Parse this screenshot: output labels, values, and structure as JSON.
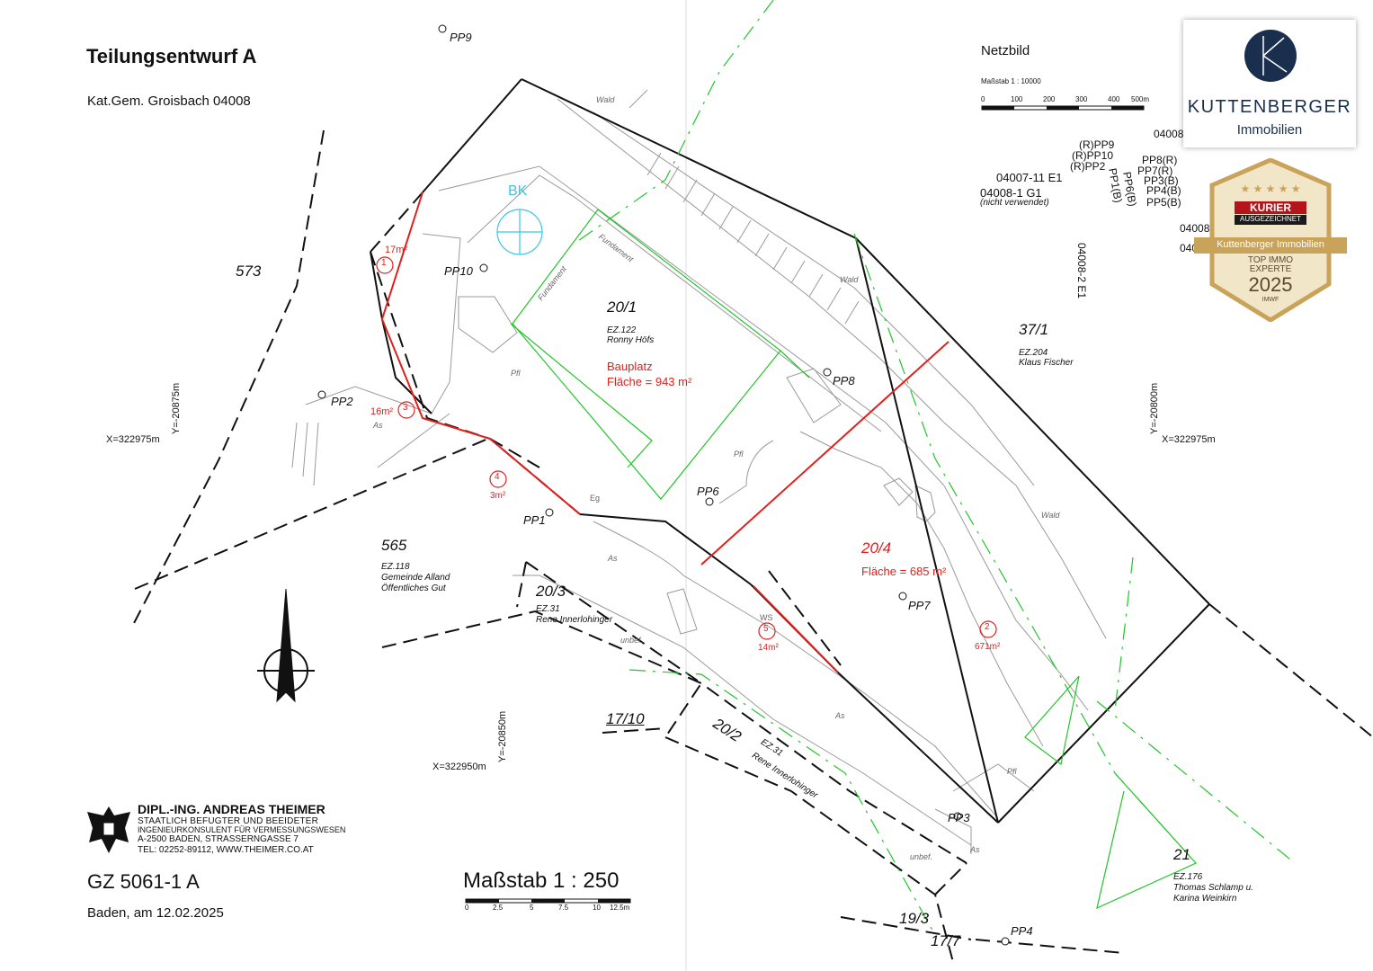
{
  "header": {
    "title": "Teilungsentwurf A",
    "katgem": "Kat.Gem. Groisbach  04008"
  },
  "overview": {
    "title": "Netzbild",
    "scale": "Maßstab  1  :  10000",
    "ticks": [
      "0",
      "100",
      "200",
      "300",
      "400",
      "500m"
    ],
    "labels": [
      "04007-11  E1",
      "04008-1  G1",
      "(nicht verwendet)",
      "04008-2  E1",
      "04008",
      "04008",
      "04008",
      "(R)PP9",
      "(R)PP10",
      "(R)PP2",
      "PP8(R)",
      "PP7(R)",
      "PP3(B)",
      "PP4(B)",
      "PP5(B)",
      "PP6(B)",
      "PP1(B)"
    ]
  },
  "brand": {
    "name": "KUTTENBERGER",
    "sub": "Immobilien",
    "color": "#1a2f4e"
  },
  "award": {
    "kurier": "KURIER",
    "ausgezeichnet": "AUSGEZEICHNET",
    "banner": "Kuttenberger Immobilien",
    "l1": "TOP IMMO",
    "l2": "EXPERTE",
    "year": "2025",
    "imwf": "IMWF",
    "gold": "#c9a35a"
  },
  "plots": [
    {
      "id": "20/1",
      "ez": "EZ.122",
      "owner": "Ronny  Höfs"
    },
    {
      "id": "20/4",
      "area": "Fläche = 685 m²"
    },
    {
      "id": "37/1",
      "ez": "EZ.204",
      "owner": "Klaus  Fischer"
    },
    {
      "id": "573"
    },
    {
      "id": "565",
      "ez": "EZ.118",
      "owner": "Gemeinde  Alland",
      "owner2": "Öffentliches  Gut"
    },
    {
      "id": "20/3",
      "ez": "EZ.31",
      "owner": "Rene  Innerlohinger"
    },
    {
      "id": "20/2",
      "ez": "EZ.31",
      "owner": "Rene  Innerlohinger"
    },
    {
      "id": "17/10"
    },
    {
      "id": "21",
      "ez": "EZ.176",
      "owner": "Thomas  Schlamp  u.",
      "owner2": "Karina  Weinkirn"
    },
    {
      "id": "19/3"
    },
    {
      "id": "17/7"
    }
  ],
  "bauplatz": {
    "label": "Bauplatz",
    "area": "Fläche = 943 m²"
  },
  "parcels": [
    {
      "n": "1",
      "area": "17m²"
    },
    {
      "n": "2",
      "area": "671m²"
    },
    {
      "n": "3",
      "area": "16m²"
    },
    {
      "n": "4",
      "area": "3m²"
    },
    {
      "n": "5",
      "area": "14m²"
    }
  ],
  "points": [
    "PP1",
    "PP2",
    "PP3",
    "PP4",
    "PP6",
    "PP7",
    "PP8",
    "PP9",
    "PP10"
  ],
  "coords": {
    "left_x": "X=322975m",
    "left_y": "Y=-20875m",
    "right_x": "X=322975m",
    "right_y": "Y=-20800m",
    "bottom_x": "X=322950m",
    "bottom_y": "Y=-20850m"
  },
  "misc": {
    "bk": "BK",
    "wald": "Wald",
    "pfl": "Pfl",
    "as": "As",
    "unbef": "unbef.",
    "eg": "Eg",
    "ws": "WS",
    "fundament": "Fundament",
    "north": "N"
  },
  "footer": {
    "gz": "GZ 5061-1 A",
    "datum": "Baden, am 12.02.2025",
    "scale": "Maßstab 1 : 250",
    "scale_ticks": [
      "0",
      "2.5",
      "5",
      "7.5",
      "10",
      "12.5m"
    ]
  },
  "surveyor": {
    "name": "DIPL.-ING. ANDREAS THEIMER",
    "l1": "STAATLICH BEFUGTER UND BEEIDETER",
    "l2": "INGENIEURKONSULENT FÜR VERMESSUNGSWESEN",
    "l3": "A-2500 BADEN, STRASSERNGASSE 7",
    "l4": "TEL: 02252-89112,  WWW.THEIMER.CO.AT"
  },
  "colors": {
    "red": "#e0201c",
    "green": "#22c52a",
    "grey": "#9a9a9a",
    "cyan": "#39c6e6"
  }
}
